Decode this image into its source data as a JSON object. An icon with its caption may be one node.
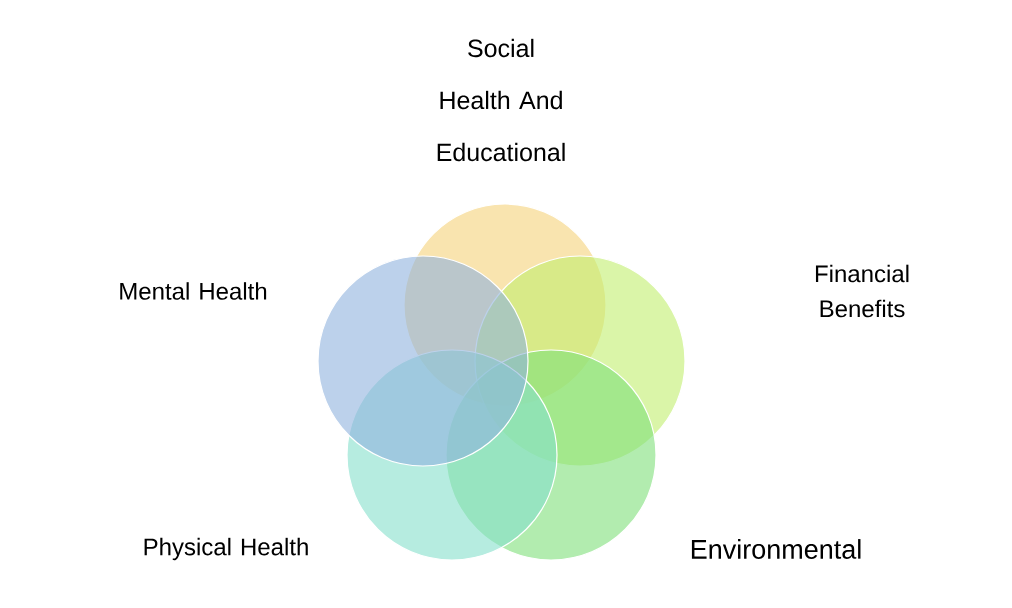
{
  "diagram": {
    "nodes": [
      {
        "text": [],
        "shape": "circle"
      },
      {
        "text": [],
        "shape": "circle"
      },
      {
        "text": [],
        "shape": "circle"
      },
      {
        "text": [],
        "shape": "circle"
      },
      {
        "text": [],
        "shape": "circle"
      }
    ],
    "labels": [
      "Social Health And Educational",
      "Mental Health",
      "Financial Benefits",
      "Physical Health",
      "Environmental"
    ]
  }
}
